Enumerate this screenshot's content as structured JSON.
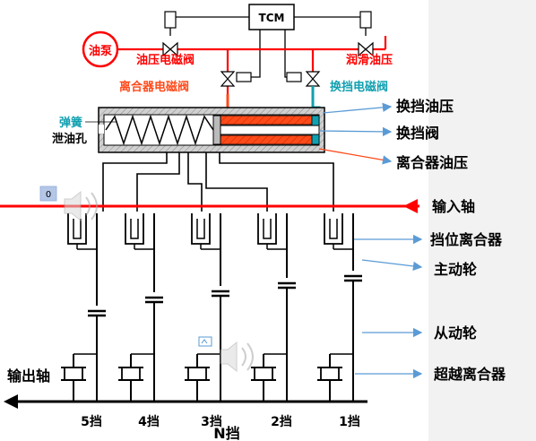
{
  "tcm": "TCM",
  "pump": "油泵",
  "valves": {
    "oil_pressure_solenoid": "油压电磁阀",
    "lubrication_pressure": "润滑油压",
    "clutch_solenoid": "离合器电磁阀",
    "shift_solenoid": "换挡电磁阀"
  },
  "actuator": {
    "spring": "弹簧",
    "drain_hole": "泄油孔"
  },
  "callouts": {
    "shift_pressure": "换挡油压",
    "shift_valve": "换挡阀",
    "clutch_pressure": "离合器油压",
    "input_shaft": "输入轴",
    "gear_clutch": "挡位离合器",
    "drive_gear": "主动轮",
    "driven_gear": "从动轮",
    "overrunning_clutch": "超越离合器",
    "output_shaft": "输出轴"
  },
  "gears": [
    "5挡",
    "4挡",
    "3挡",
    "2挡",
    "1挡"
  ],
  "neutral": "N挡",
  "slide_badge": "0",
  "colors": {
    "red": "#ff0000",
    "orange": "#ff4a1a",
    "teal": "#10a0b0",
    "blue": "#5b9bd5",
    "black": "#000000",
    "gray_panel": "#f2f2f2"
  }
}
